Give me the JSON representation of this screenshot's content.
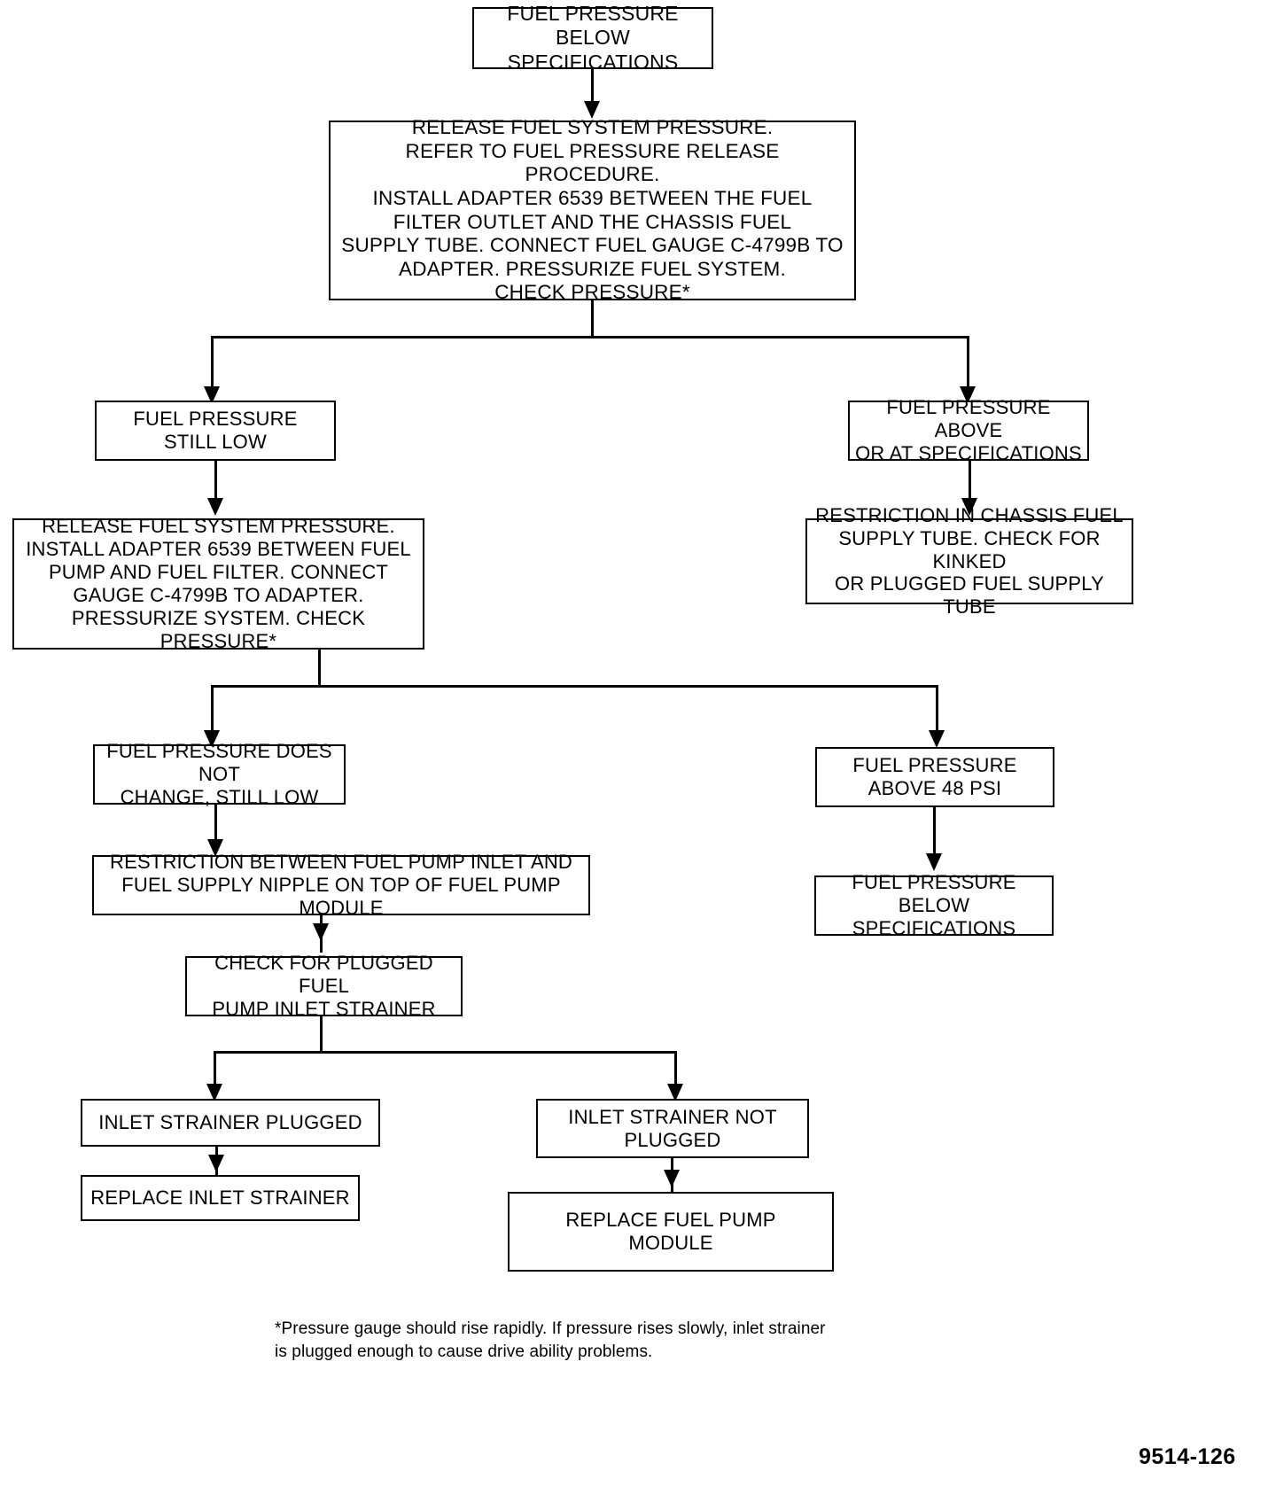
{
  "document": {
    "kind": "troubleshooting-flowchart",
    "ink_color": "#000000",
    "paper_color": "#ffffff",
    "doc_id": "9514-126",
    "footnote": "*Pressure gauge should rise rapidly. If pressure rises slowly, inlet strainer\n is plugged enough to cause drive ability problems."
  },
  "nodes": {
    "start": {
      "id": "start",
      "text": "FUEL PRESSURE\nBELOW SPECIFICATIONS"
    },
    "test1": {
      "id": "test1",
      "text": "RELEASE FUEL SYSTEM PRESSURE.\nREFER TO FUEL PRESSURE RELEASE PROCEDURE.\nINSTALL ADAPTER 6539 BETWEEN THE FUEL\nFILTER OUTLET AND THE  CHASSIS FUEL\nSUPPLY TUBE. CONNECT FUEL GAUGE  C-4799B TO\nADAPTER. PRESSURIZE FUEL  SYSTEM.\nCHECK PRESSURE*"
    },
    "still_low": {
      "id": "still_low",
      "text": "FUEL PRESSURE\nSTILL LOW"
    },
    "above_or_at_spec": {
      "id": "above_or_at_spec",
      "text": "FUEL PRESSURE ABOVE\nOR AT SPECIFICATIONS"
    },
    "test2": {
      "id": "test2",
      "text": "RELEASE FUEL SYSTEM PRESSURE.\nINSTALL ADAPTER 6539 BETWEEN FUEL\nPUMP AND FUEL FILTER. CONNECT\nGAUGE C-4799B TO ADAPTER.\nPRESSURIZE SYSTEM. CHECK PRESSURE*"
    },
    "restriction_chassis": {
      "id": "restriction_chassis",
      "text": "RESTRICTION IN CHASSIS FUEL\nSUPPLY TUBE. CHECK FOR KINKED\nOR PLUGGED FUEL SUPPLY TUBE"
    },
    "no_change": {
      "id": "no_change",
      "text": "FUEL PRESSURE DOES NOT\nCHANGE, STILL LOW"
    },
    "above_48": {
      "id": "above_48",
      "text": "FUEL PRESSURE\nABOVE 48 PSI"
    },
    "restriction_pump": {
      "id": "restriction_pump",
      "text": "RESTRICTION BETWEEN FUEL PUMP INLET AND\nFUEL SUPPLY NIPPLE ON TOP OF FUEL PUMP MODULE"
    },
    "below_spec2": {
      "id": "below_spec2",
      "text": "FUEL PRESSURE\nBELOW SPECIFICATIONS"
    },
    "check_strainer": {
      "id": "check_strainer",
      "text": "CHECK FOR PLUGGED FUEL\nPUMP INLET STRAINER"
    },
    "strainer_plugged": {
      "id": "strainer_plugged",
      "text": "INLET STRAINER PLUGGED"
    },
    "strainer_not_plugged": {
      "id": "strainer_not_plugged",
      "text": "INLET STRAINER NOT\nPLUGGED"
    },
    "replace_strainer": {
      "id": "replace_strainer",
      "text": "REPLACE INLET STRAINER"
    },
    "replace_module": {
      "id": "replace_module",
      "text": "REPLACE FUEL PUMP\nMODULE"
    }
  }
}
